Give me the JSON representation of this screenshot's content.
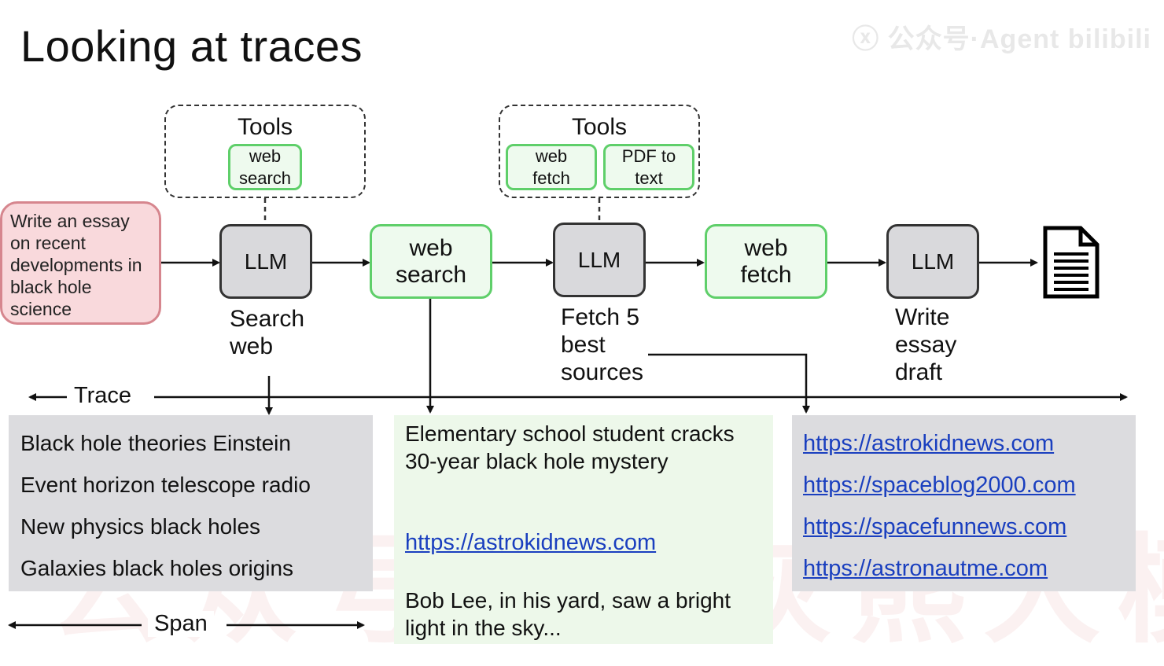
{
  "title": "Looking at traces",
  "watermark_top": "ⓧ 公众号·Agent bilibili",
  "watermark_center": "公众号：小灰熊大模型",
  "tool_groups": [
    {
      "label": "Tools",
      "items": [
        "web\nsearch"
      ]
    },
    {
      "label": "Tools",
      "items": [
        "web\nfetch",
        "PDF to\ntext"
      ]
    }
  ],
  "prompt": "Write an essay on recent developments in black hole science",
  "nodes": [
    {
      "kind": "llm",
      "label": "LLM",
      "caption": "Search\nweb"
    },
    {
      "kind": "tool",
      "label": "web\nsearch"
    },
    {
      "kind": "llm",
      "label": "LLM",
      "caption": "Fetch 5\nbest\nsources"
    },
    {
      "kind": "tool",
      "label": "web\nfetch"
    },
    {
      "kind": "llm",
      "label": "LLM",
      "caption": "Write\nessay\ndraft"
    }
  ],
  "output_icon": "document-icon",
  "trace_label": "Trace",
  "span_label": "Span",
  "search_queries": [
    "Black hole theories Einstein",
    "Event horizon telescope radio",
    "New physics black holes",
    "Galaxies black holes origins"
  ],
  "search_result": {
    "headline": "Elementary school student cracks 30-year black hole mystery",
    "url": "https://astrokidnews.com",
    "snippet": "Bob Lee, in his yard, saw a bright light in the sky..."
  },
  "sources": [
    "https://astrokidnews.com",
    "https://spaceblog2000.com",
    "https://spacefunnews.com",
    "https://astronautme.com"
  ],
  "colors": {
    "prompt_fill": "#f9d9dc",
    "prompt_border": "#d6868e",
    "llm_fill": "#d9d9dc",
    "tool_fill": "#eefaee",
    "tool_border": "#5fcf6a",
    "link": "#1a3fbf",
    "panel_gray": "#dcdcdf",
    "panel_green": "#edf8ea"
  }
}
